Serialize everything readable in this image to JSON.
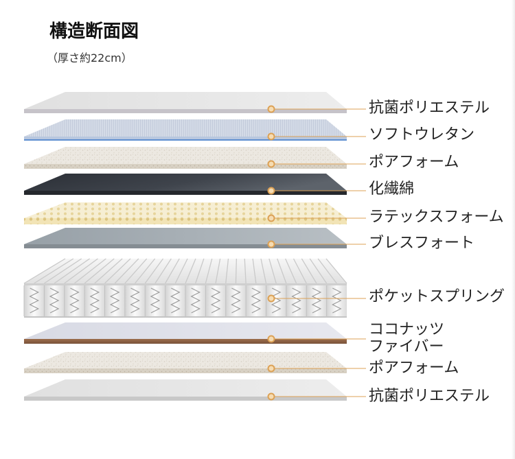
{
  "title": "構造断面図",
  "subtitle": "（厚さ約22cm）",
  "accent_color": "#dca155",
  "layers": [
    {
      "label_lines": [
        "抗菌ポリエステル"
      ]
    },
    {
      "label_lines": [
        "ソフトウレタン"
      ]
    },
    {
      "label_lines": [
        "ポアフォーム"
      ]
    },
    {
      "label_lines": [
        "化繊綿"
      ]
    },
    {
      "label_lines": [
        "ラテックスフォーム"
      ]
    },
    {
      "label_lines": [
        "ブレスフォート"
      ]
    },
    {
      "label_lines": [
        "ポケットスプリング"
      ]
    },
    {
      "label_lines": [
        "ココナッツ",
        "ファイバー"
      ]
    },
    {
      "label_lines": [
        "ポアフォーム"
      ]
    },
    {
      "label_lines": [
        "抗菌ポリエステル"
      ]
    }
  ]
}
